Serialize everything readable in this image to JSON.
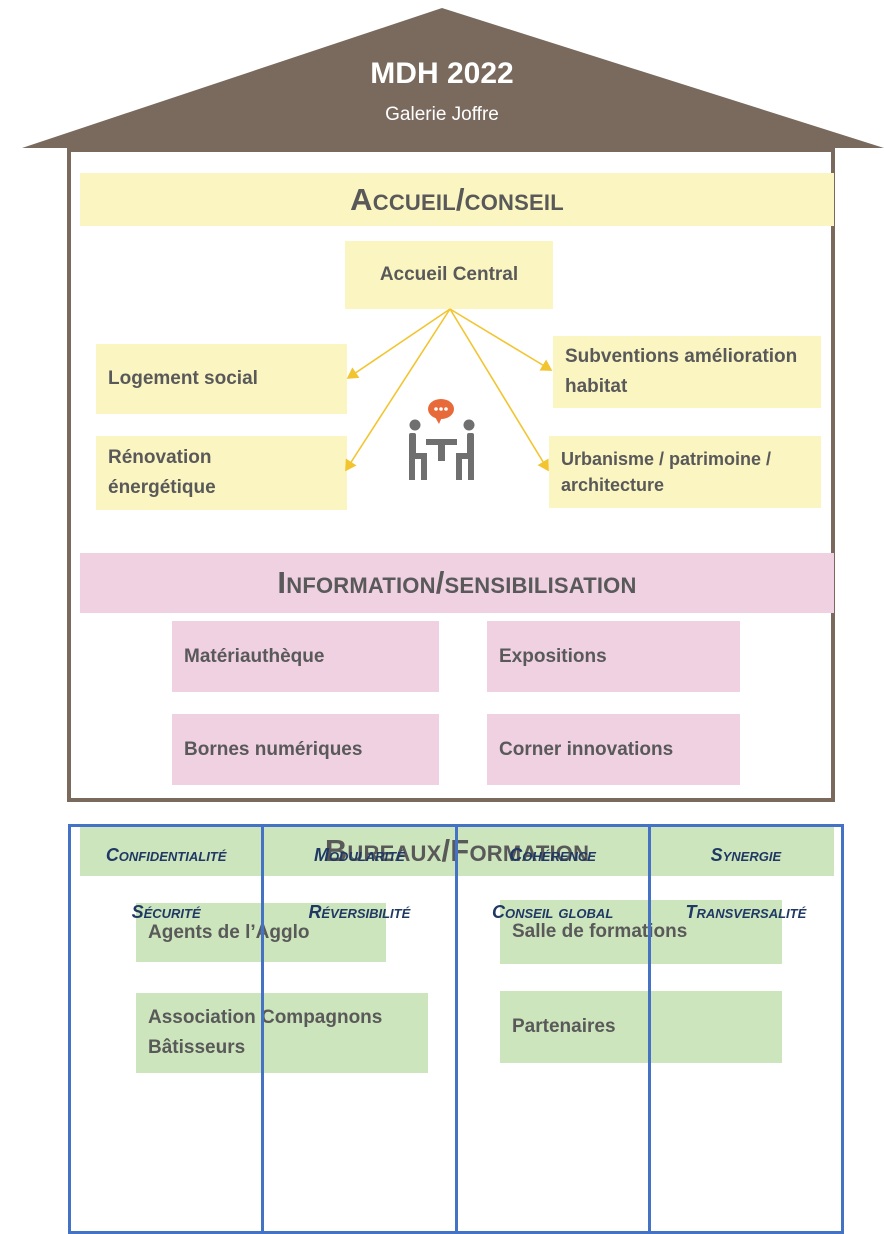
{
  "roof": {
    "title": "MDH 2022",
    "subtitle": "Galerie Joffre"
  },
  "accueil": {
    "heading": "Accueil/conseil",
    "central": "Accueil Central",
    "left_items": [
      "Logement social",
      "Rénovation énergétique"
    ],
    "right_items": [
      "Subventions amélioration habitat",
      "Urbanisme / patrimoine / architecture"
    ]
  },
  "information": {
    "heading": "Information/sensibilisation",
    "items": [
      "Matériauthèque",
      "Expositions",
      "Bornes numériques",
      "Corner innovations"
    ]
  },
  "bureaux": {
    "heading": "Bureaux/Formation",
    "items": [
      "Agents de l’Agglo",
      "Salle de formations",
      "Association Compagnons Bâtisseurs",
      "Partenaires"
    ]
  },
  "values": [
    {
      "top": "Confidentialité",
      "bottom": "Sécurité"
    },
    {
      "top": "Modularité",
      "bottom": "Réversibilité"
    },
    {
      "top": "Cohérence",
      "bottom": "Conseil global"
    },
    {
      "top": "Synergie",
      "bottom": "Transversalité"
    }
  ],
  "colors": {
    "roof": "#7a6a5e",
    "accueil_fill": "#fbf5c2",
    "information_fill": "#f0d1e2",
    "bureaux_fill": "#cde5bd",
    "arrow": "#f2c530",
    "values_border": "#4472c4",
    "values_text": "#1f3864",
    "icon_bubble": "#e86a3a",
    "icon_people": "#6f6f6f"
  },
  "icons": {
    "meeting": "meeting-icon"
  }
}
